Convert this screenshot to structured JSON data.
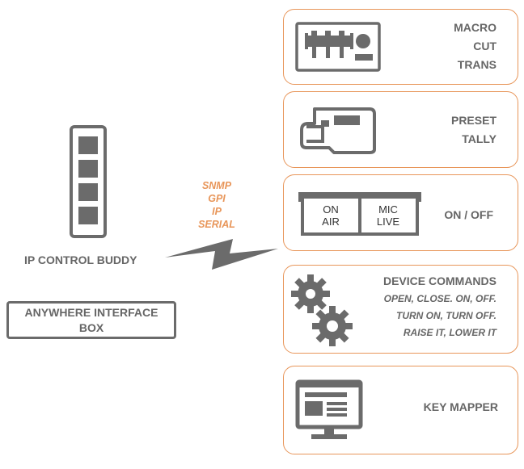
{
  "left": {
    "device_label": "IP CONTROL BUDDY",
    "interface_box": {
      "line1": "ANYWHERE INTERFACE",
      "line2": "BOX"
    }
  },
  "protocols": [
    "SNMP",
    "GPI",
    "IP",
    "SERIAL"
  ],
  "colors": {
    "accent": "#e8965a",
    "gray": "#666666",
    "dark": "#6b6b6b"
  },
  "cards": [
    {
      "icon": "switcher-panel-icon",
      "lines": [
        "MACRO",
        "CUT",
        "TRANS"
      ]
    },
    {
      "icon": "camera-icon",
      "lines": [
        "PRESET",
        "TALLY"
      ]
    },
    {
      "icon": "on-air-sign-icon",
      "lines": [
        "ON / OFF"
      ],
      "sign": {
        "left": [
          "ON",
          "AIR"
        ],
        "right": [
          "MIC",
          "LIVE"
        ]
      }
    },
    {
      "icon": "gears-icon",
      "title": "DEVICE COMMANDS",
      "lines": [
        "OPEN, CLOSE. ON, OFF.",
        "TURN ON, TURN OFF.",
        "RAISE IT, LOWER IT"
      ]
    },
    {
      "icon": "monitor-icon",
      "lines": [
        "KEY MAPPER"
      ]
    }
  ]
}
